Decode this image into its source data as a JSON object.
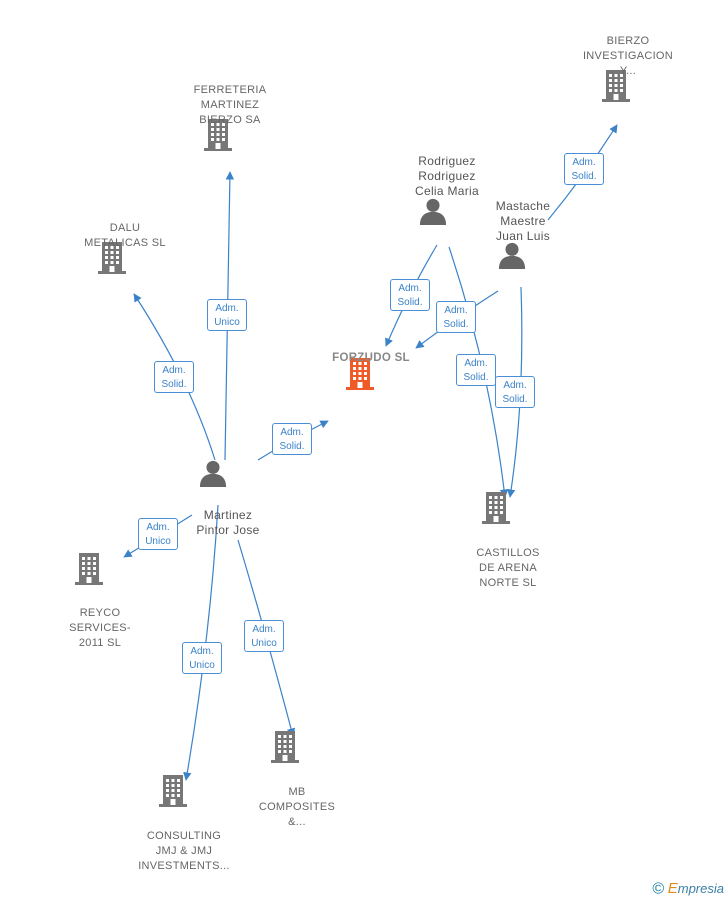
{
  "nodes": {
    "forzudo": {
      "label": "FORZUDO  SL",
      "type": "company-main"
    },
    "ferreteria": {
      "label": [
        "FERRETERIA",
        "MARTINEZ",
        "BIERZO SA"
      ],
      "type": "company"
    },
    "dalu": {
      "label": [
        "DALU",
        "METALICAS  SL"
      ],
      "type": "company"
    },
    "bierzo": {
      "label": [
        "BIERZO",
        "INVESTIGACION",
        "Y..."
      ],
      "type": "company"
    },
    "castillos": {
      "label": [
        "CASTILLOS",
        "DE ARENA",
        "NORTE  SL"
      ],
      "type": "company"
    },
    "reyco": {
      "label": [
        "REYCO",
        "SERVICES-",
        "2011 SL"
      ],
      "type": "company"
    },
    "consulting": {
      "label": [
        "CONSULTING",
        "JMJ & JMJ",
        "INVESTMENTS..."
      ],
      "type": "company"
    },
    "mb": {
      "label": [
        "MB",
        "COMPOSITES",
        "&..."
      ],
      "type": "company"
    },
    "rodriguez": {
      "label": [
        "Rodriguez",
        "Rodriguez",
        "Celia Maria"
      ],
      "type": "person"
    },
    "mastache": {
      "label": [
        "Mastache",
        "Maestre",
        "Juan Luis"
      ],
      "type": "person"
    },
    "martinez": {
      "label": [
        "Martinez",
        "Pintor Jose"
      ],
      "type": "person"
    }
  },
  "edges": [
    {
      "id": "e1",
      "line1": "Adm.",
      "line2": "Solid.",
      "from": "martinez",
      "to": "forzudo"
    },
    {
      "id": "e2",
      "line1": "Adm.",
      "line2": "Unico",
      "from": "martinez",
      "to": "ferreteria"
    },
    {
      "id": "e3",
      "line1": "Adm.",
      "line2": "Solid.",
      "from": "martinez",
      "to": "dalu"
    },
    {
      "id": "e4",
      "line1": "Adm.",
      "line2": "Unico",
      "from": "martinez",
      "to": "reyco"
    },
    {
      "id": "e5",
      "line1": "Adm.",
      "line2": "Unico",
      "from": "martinez",
      "to": "consulting"
    },
    {
      "id": "e6",
      "line1": "Adm.",
      "line2": "Unico",
      "from": "martinez",
      "to": "mb"
    },
    {
      "id": "e7",
      "line1": "Adm.",
      "line2": "Solid.",
      "from": "rodriguez",
      "to": "forzudo"
    },
    {
      "id": "e8",
      "line1": "Adm.",
      "line2": "Solid.",
      "from": "mastache",
      "to": "forzudo"
    },
    {
      "id": "e9",
      "line1": "Adm.",
      "line2": "Solid.",
      "from": "rodriguez",
      "to": "castillos"
    },
    {
      "id": "e10",
      "line1": "Adm.",
      "line2": "Solid.",
      "from": "mastache",
      "to": "castillos"
    },
    {
      "id": "e11",
      "line1": "Adm.",
      "line2": "Solid.",
      "from": "mastache",
      "to": "bierzo"
    }
  ],
  "colors": {
    "edge": "#3b82c9",
    "company": "#777777",
    "main_company": "#f05a28",
    "person": "#666666"
  },
  "footer": {
    "copyright": "©",
    "brand_initial": "E",
    "brand_rest": "mpresia"
  }
}
